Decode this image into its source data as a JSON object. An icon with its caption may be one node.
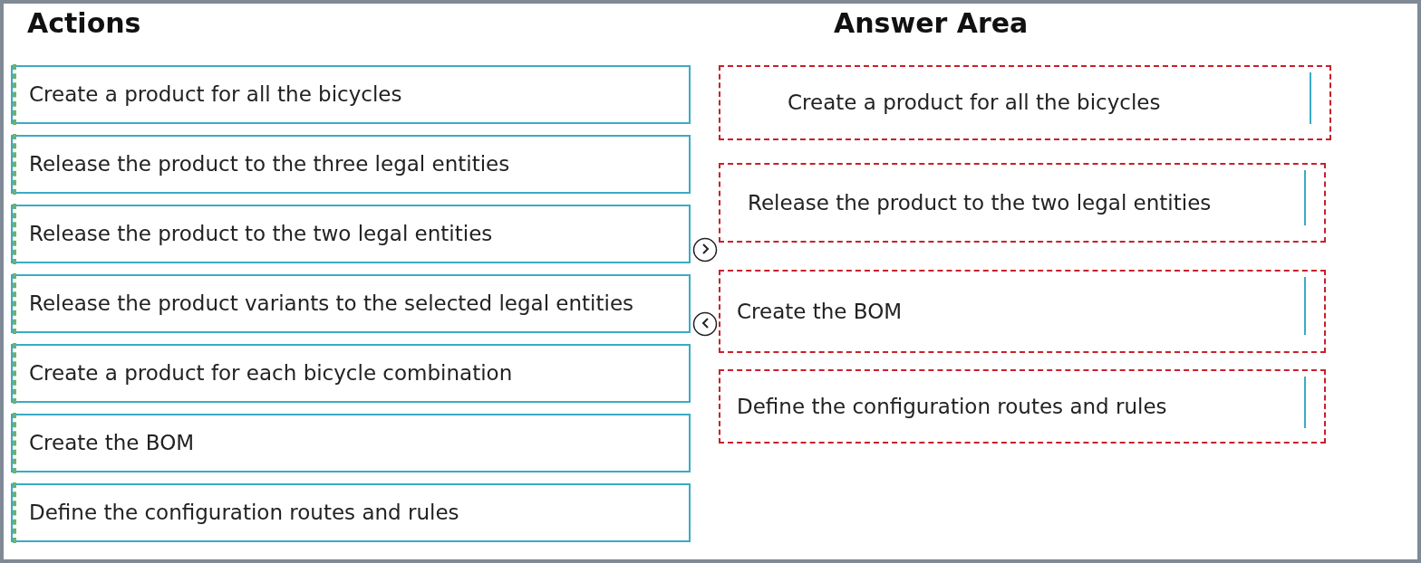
{
  "diagram": {
    "nodes": [
      {
        "text": [
          "Create a product for all the bicycles"
        ]
      },
      {
        "text": [
          "Release the product to the three legal entities"
        ]
      },
      {
        "text": [
          "Release the product to the two legal entities"
        ]
      },
      {
        "text": [
          "Release the product variants to the selected legal entities"
        ]
      },
      {
        "text": [
          "Create a product for each bicycle combination"
        ]
      },
      {
        "text": [
          "Create the BOM"
        ]
      },
      {
        "text": [
          "Define the configuration routes and rules"
        ]
      },
      {
        "text": [
          "Create a product for all the bicycles"
        ]
      },
      {
        "text": [
          "Release the product to the two legal entities"
        ]
      },
      {
        "text": [
          "Create the BOM"
        ]
      },
      {
        "text": [
          "Define the configuration routes and rules"
        ]
      }
    ],
    "edges": [],
    "labels": [
      "Actions",
      "Answer Area"
    ]
  }
}
